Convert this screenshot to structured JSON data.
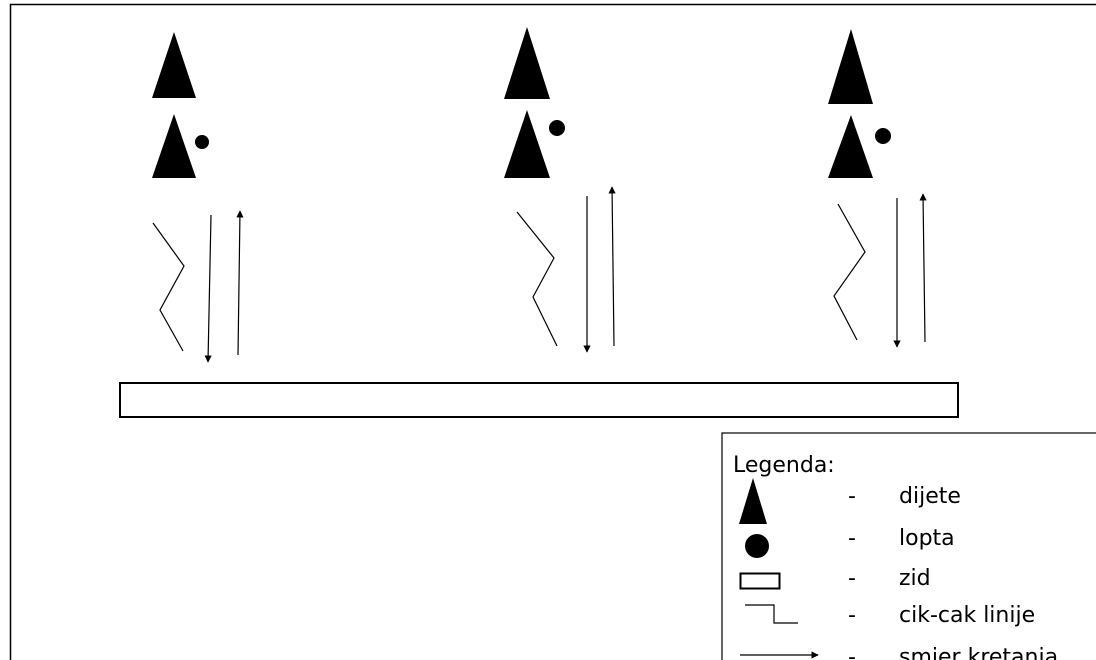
{
  "colors": {
    "ink": "#000000",
    "paper": "#ffffff"
  },
  "legend": {
    "title": "Legenda:",
    "items": [
      {
        "symbol": "triangle-icon",
        "dash": "-",
        "label": "dijete"
      },
      {
        "symbol": "circle-icon",
        "dash": "-",
        "label": "lopta"
      },
      {
        "symbol": "rectangle-icon",
        "dash": "-",
        "label": "zid"
      },
      {
        "symbol": "zigzag-line-icon",
        "dash": "-",
        "label": "cik-cak linije"
      },
      {
        "symbol": "arrow-right-icon",
        "dash": "-",
        "label": "smjer kretanja"
      }
    ]
  },
  "stations": [
    {
      "elements": [
        "child",
        "child-with-ball",
        "zigzag-line",
        "arrow-down",
        "arrow-up"
      ]
    },
    {
      "elements": [
        "child",
        "child-with-ball",
        "zigzag-line",
        "arrow-down",
        "arrow-up"
      ]
    },
    {
      "elements": [
        "child",
        "child-with-ball",
        "zigzag-line",
        "arrow-down",
        "arrow-up"
      ]
    }
  ],
  "wall": {
    "label": ""
  }
}
